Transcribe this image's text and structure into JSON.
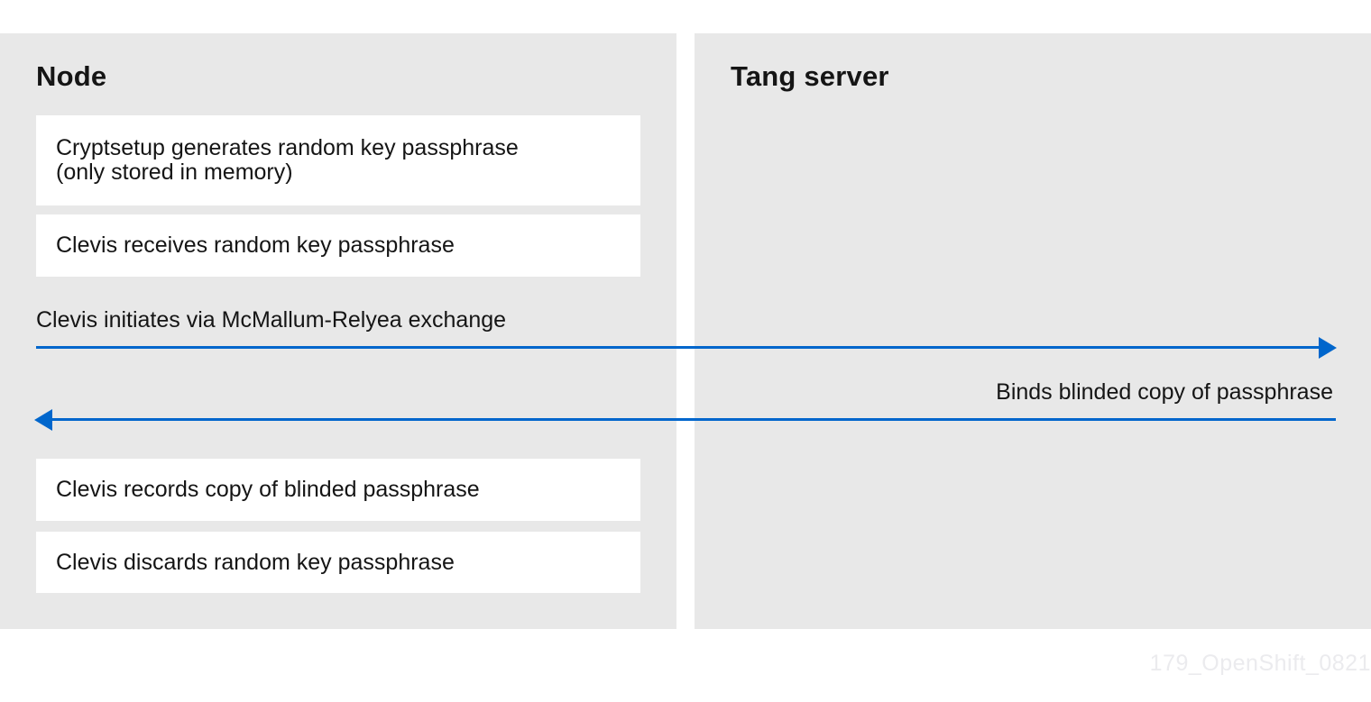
{
  "panels": {
    "node": {
      "title": "Node",
      "boxes": [
        {
          "text": "Cryptsetup generates random key passphrase\n(only stored in memory)"
        },
        {
          "text": "Clevis receives random key passphrase"
        },
        {
          "text": "Clevis records copy of blinded passphrase"
        },
        {
          "text": "Clevis discards random key passphrase"
        }
      ]
    },
    "tang": {
      "title": "Tang server"
    }
  },
  "messages": {
    "initiate": {
      "label": "Clevis initiates via McMallum-Relyea exchange",
      "direction": "right",
      "from": "Node",
      "to": "Tang server"
    },
    "bind": {
      "label": "Binds blinded copy of passphrase",
      "direction": "left",
      "from": "Tang server",
      "to": "Node"
    }
  },
  "colors": {
    "arrow": "#0066cc",
    "panel_background": "#e8e8e8",
    "box_background": "#ffffff",
    "text": "#151515",
    "watermark": "#ebebee"
  },
  "watermark": "179_OpenShift_0821"
}
